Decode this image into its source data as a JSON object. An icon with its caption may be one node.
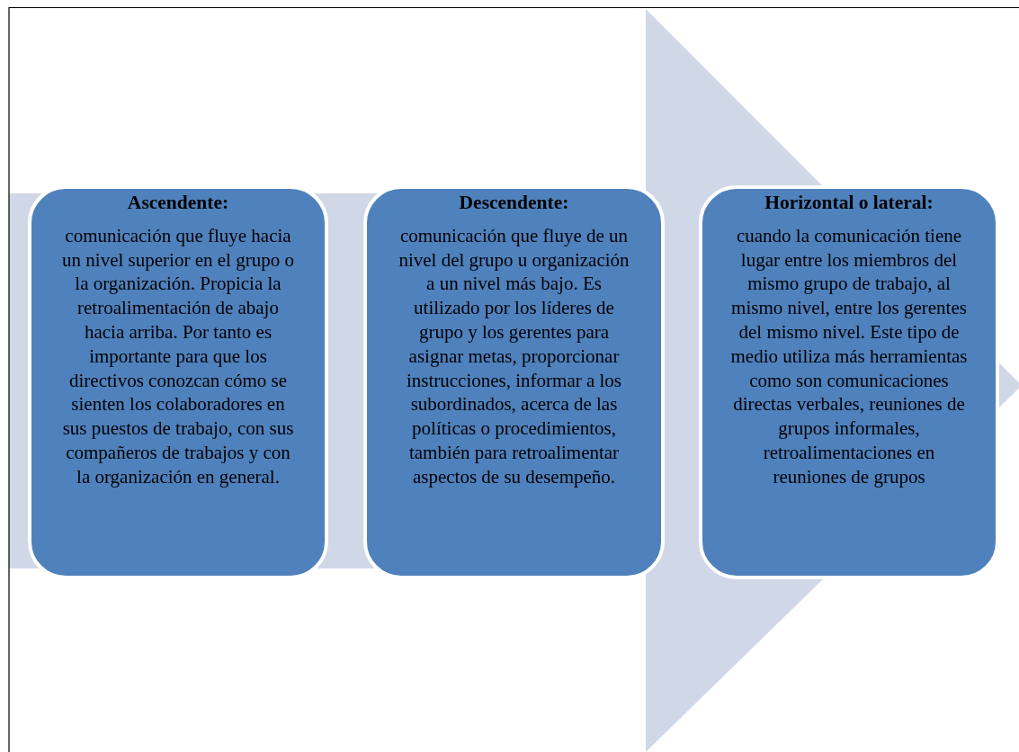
{
  "diagram": {
    "nodes": [
      {
        "text": [
          "Ascendente:",
          "comunicación que fluye hacia un nivel superior en el grupo o la organización. Propicia la retroalimentación de abajo hacia arriba. Por tanto es importante para que los directivos conozcan cómo se sienten los colaboradores en sus puestos de trabajo, con sus compañeros de trabajos y con la organización en general."
        ]
      },
      {
        "text": [
          "Descendente:",
          "comunicación que fluye de un nivel del grupo u organización a un nivel más bajo. Es utilizado por los líderes de grupo y los gerentes para asignar metas, proporcionar instrucciones, informar a los subordinados, acerca de las políticas o procedimientos, también para retroalimentar aspectos de su desempeño."
        ]
      },
      {
        "text": [
          "Horizontal o lateral:",
          "cuando la comunicación tiene lugar entre los miembros del mismo grupo de trabajo, al mismo nivel, entre los gerentes del mismo nivel. Este tipo de medio utiliza más herramientas como son comunicaciones directas verbales, reuniones de grupos informales, retroalimentaciones en reuniones de grupos"
        ]
      }
    ],
    "edges": [
      {
        "from": 0,
        "to": 2,
        "arrow": "to",
        "style": "thick"
      }
    ]
  }
}
